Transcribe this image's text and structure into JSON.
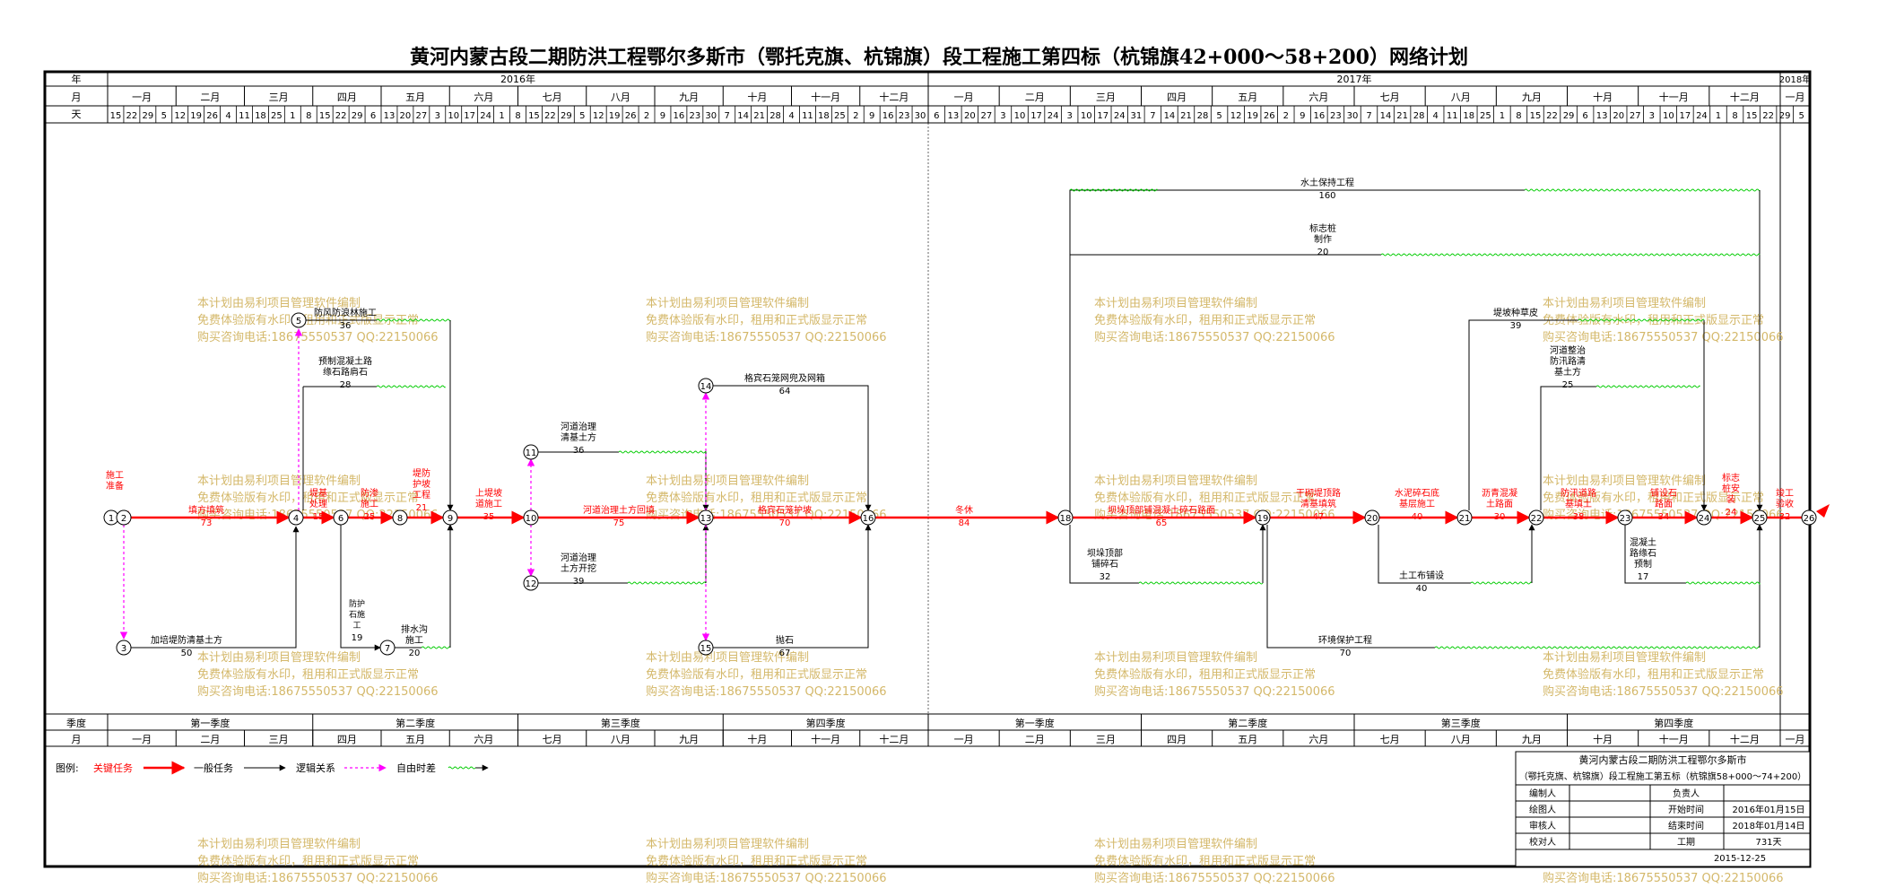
{
  "title": "黄河内蒙古段二期防洪工程鄂尔多斯市（鄂托克旗、杭锦旗）段工程施工第四标（杭锦旗42+000～58+200）网络计划",
  "header": {
    "row_year": "年",
    "row_month": "月",
    "row_day": "天",
    "years": [
      "2016年",
      "2017年",
      "2018年"
    ],
    "months_2016": [
      "一月",
      "二月",
      "三月",
      "四月",
      "五月",
      "六月",
      "七月",
      "八月",
      "九月",
      "十月",
      "十一月",
      "十二月"
    ],
    "months_2017": [
      "一月",
      "二月",
      "三月",
      "四月",
      "五月",
      "六月",
      "七月",
      "八月",
      "九月",
      "十月",
      "十一月",
      "十二月"
    ],
    "months_2018": [
      "一月"
    ],
    "days_2016": [
      "15",
      "22",
      "29",
      "5",
      "12",
      "19",
      "26",
      "4",
      "11",
      "18",
      "25",
      "1",
      "8",
      "15",
      "22",
      "29",
      "6",
      "13",
      "20",
      "27",
      "3",
      "10",
      "17",
      "24",
      "1",
      "8",
      "15",
      "22",
      "29",
      "5",
      "12",
      "19",
      "26",
      "2",
      "9",
      "16",
      "23",
      "30",
      "7",
      "14",
      "21",
      "28",
      "4",
      "11",
      "18",
      "25",
      "2",
      "9",
      "16",
      "23",
      "30"
    ],
    "days_2017": [
      "6",
      "13",
      "20",
      "27",
      "3",
      "10",
      "17",
      "24",
      "3",
      "10",
      "17",
      "24",
      "31",
      "7",
      "14",
      "21",
      "28",
      "5",
      "12",
      "19",
      "26",
      "2",
      "9",
      "16",
      "23",
      "30",
      "7",
      "14",
      "21",
      "28",
      "4",
      "11",
      "18",
      "25",
      "1",
      "8",
      "15",
      "22",
      "29",
      "6",
      "13",
      "20",
      "27",
      "3",
      "10",
      "17",
      "24",
      "1",
      "8",
      "15",
      "22",
      "29",
      "5"
    ]
  },
  "bottom_axis": {
    "row_quarter": "季度",
    "row_month": "月",
    "quarters_2016": [
      "第一季度",
      "第二季度",
      "第三季度",
      "第四季度"
    ],
    "quarters_2017": [
      "第一季度",
      "第二季度",
      "第三季度",
      "第四季度"
    ]
  },
  "nodes": [
    "1",
    "2",
    "3",
    "4",
    "5",
    "6",
    "7",
    "8",
    "9",
    "10",
    "11",
    "12",
    "13",
    "14",
    "15",
    "16",
    "18",
    "19",
    "20",
    "21",
    "22",
    "23",
    "24",
    "25",
    "26"
  ],
  "tasks": [
    {
      "id": "t-1-2",
      "label": "施工准备",
      "duration": ""
    },
    {
      "id": "t-2-4",
      "label": "填方填筑",
      "duration": "73"
    },
    {
      "id": "t-3-4",
      "label": "加培堤防清基土方",
      "duration": "50"
    },
    {
      "id": "t-4-6",
      "label": "堤基处理",
      "duration": "15"
    },
    {
      "id": "t-5-9",
      "label": "防风防浪林施工",
      "duration": "36"
    },
    {
      "id": "t-4-9",
      "label": "预制混凝土路缘石路肩石",
      "duration": "28"
    },
    {
      "id": "t-6-8",
      "label": "防渗施工",
      "duration": "25"
    },
    {
      "id": "t-6-7",
      "label": "防护石施工",
      "duration": "19"
    },
    {
      "id": "t-7-9",
      "label": "排水沟施工",
      "duration": "20"
    },
    {
      "id": "t-8-9",
      "label": "堤防护坡工程",
      "duration": "21"
    },
    {
      "id": "t-9-10",
      "label": "上堤坡道施工",
      "duration": "35"
    },
    {
      "id": "t-10-13",
      "label": "河道治理土方回填",
      "duration": "75"
    },
    {
      "id": "t-11-13",
      "label": "河道治理清基土方",
      "duration": "36"
    },
    {
      "id": "t-12-13",
      "label": "河道治理土方开挖",
      "duration": "39"
    },
    {
      "id": "t-13-16",
      "label": "格宾石笼护坡",
      "duration": "70"
    },
    {
      "id": "t-14-16",
      "label": "格宾石笼网兜及网箱",
      "duration": "64"
    },
    {
      "id": "t-15-16",
      "label": "抛石",
      "duration": "67"
    },
    {
      "id": "t-16-18",
      "label": "冬休",
      "duration": "84"
    },
    {
      "id": "t-18-19",
      "label": "坝垛顶部铺混凝土碎石路面",
      "duration": "65"
    },
    {
      "id": "t-18-19b",
      "label": "坝垛顶部铺碎石",
      "duration": "32"
    },
    {
      "id": "t-18-25a",
      "label": "水土保持工程",
      "duration": "160"
    },
    {
      "id": "t-18-25b",
      "label": "标志桩制作",
      "duration": "20"
    },
    {
      "id": "t-19-20",
      "label": "干砌堤顶路清基填筑",
      "duration": "47"
    },
    {
      "id": "t-19-25",
      "label": "环境保护工程",
      "duration": "70"
    },
    {
      "id": "t-20-21",
      "label": "水泥碎石底基层施工",
      "duration": "40"
    },
    {
      "id": "t-20-22",
      "label": "土工布铺设",
      "duration": "40"
    },
    {
      "id": "t-21-22",
      "label": "沥青混凝土路面",
      "duration": "30"
    },
    {
      "id": "t-21-24",
      "label": "堤坡种草皮",
      "duration": "39"
    },
    {
      "id": "t-22-24",
      "label": "河道整治防汛路清基土方",
      "duration": "25"
    },
    {
      "id": "t-22-23",
      "label": "防汛道路基填土",
      "duration": "38"
    },
    {
      "id": "t-23-24",
      "label": "铺设石路面",
      "duration": "34"
    },
    {
      "id": "t-23-25",
      "label": "混凝土路缘石预制",
      "duration": "17"
    },
    {
      "id": "t-24-25",
      "label": "标志桩安装",
      "duration": "24"
    },
    {
      "id": "t-25-26",
      "label": "竣工验收",
      "duration": "32"
    }
  ],
  "watermark": {
    "line1": "本计划由易利项目管理软件编制",
    "line2": "免费体验版有水印，租用和正式版显示正常",
    "line3": "购买咨询电话:18675550537 QQ:22150066"
  },
  "legend": {
    "label": "图例:",
    "critical": "关键任务",
    "normal": "一般任务",
    "logic": "逻辑关系",
    "float": "自由时差"
  },
  "info": {
    "title1": "黄河内蒙古段二期防洪工程鄂尔多斯市",
    "title2": "（鄂托克旗、杭锦旗）段工程施工第五标（杭锦旗58+000～74+200）",
    "rows": [
      {
        "k1": "编制人",
        "v1": "",
        "k2": "负责人",
        "v2": ""
      },
      {
        "k1": "绘图人",
        "v1": "",
        "k2": "开始时间",
        "v2": "2016年01月15日"
      },
      {
        "k1": "审核人",
        "v1": "",
        "k2": "结束时间",
        "v2": "2018年01月14日"
      },
      {
        "k1": "校对人",
        "v1": "",
        "k2": "工期",
        "v2": "731天"
      }
    ],
    "date": "2015-12-25"
  },
  "colors": {
    "critical": "#ff0000",
    "normal": "#000000",
    "float_line": "#00cc00",
    "free_float": "#ff00ff",
    "watermark": "#d4b86a"
  }
}
